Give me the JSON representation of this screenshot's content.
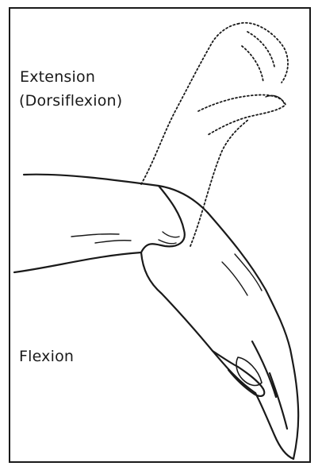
{
  "labels": {
    "extension": "Extension",
    "dorsiflexion": "(Dorsiflexion)",
    "flexion": "Flexion"
  },
  "colors": {
    "ink": "#1a1a1a",
    "background": "#ffffff"
  }
}
